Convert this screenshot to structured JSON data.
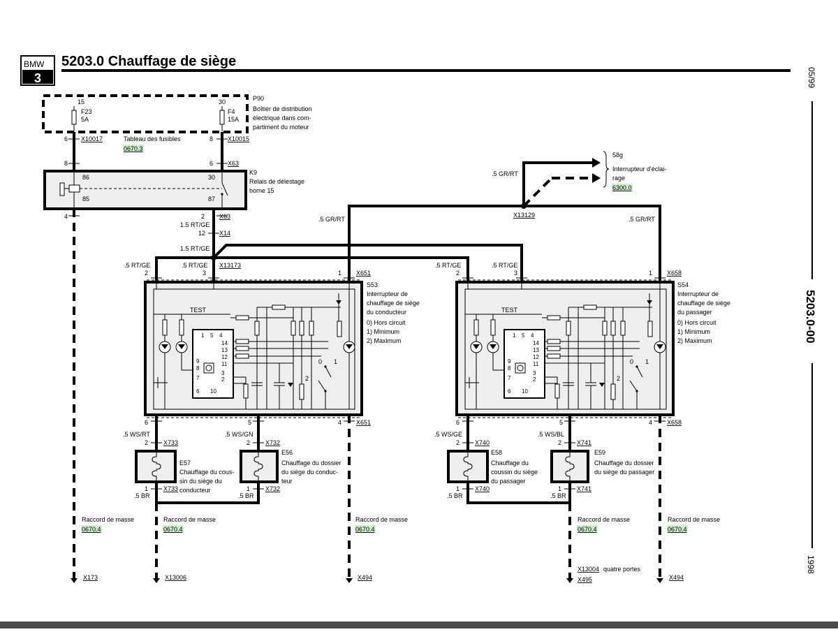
{
  "header": {
    "logo_brand": "BMW",
    "logo_series": "3",
    "title": "5203.0 Chauffage de siège",
    "side_date": "05/99",
    "side_code": "5203.0-00",
    "side_year": "1998"
  },
  "fusebox": {
    "id": "P90",
    "desc": [
      "Boîtier de distribution",
      "électrique dans com-",
      "partiment du moteur"
    ],
    "fuse1": {
      "top": "15",
      "name": "F23",
      "rating": "5A"
    },
    "fuse2": {
      "top": "30",
      "name": "F4",
      "rating": "15A"
    },
    "pin_left": "6",
    "conn_left": "X10017",
    "pin_right": "8",
    "conn_right": "X10015",
    "table_label": "Tableau des fusibles",
    "table_ref": "0670.3"
  },
  "relay": {
    "id": "K9",
    "desc": [
      "Relais de délestage",
      "borne 15"
    ],
    "pin_in_left": "8",
    "pin_in_right": "6",
    "conn_in": "X63",
    "p86": "86",
    "p85": "85",
    "p30": "30",
    "p87": "87",
    "pin_out_left": "4",
    "pin_out_right": "2",
    "conn_out": "X63"
  },
  "feed": {
    "wire1": "1.5 RT/GE",
    "pin12": "12",
    "conn": "X14",
    "wire2": "1.5 RT/GE",
    "splice": "X13173",
    "rtge_a": ".5 RT/GE",
    "rtge_b": ".5 RT/GE",
    "rtge_c": ".5 RT/GE",
    "rtge_d": ".5 RT/GE"
  },
  "light": {
    "id": "58g",
    "desc": [
      "Interrupteur d'éclai-",
      "rage"
    ],
    "ref": "6300.0",
    "wire": ".5 GR/RT",
    "splice": "X13129",
    "wire_left": ".5 GR/RT",
    "wire_right": ".5 GR/RT"
  },
  "switch_driver": {
    "id": "S53",
    "desc": [
      "Interrupteur de",
      "chauffage de siège",
      "du conducteur"
    ],
    "modes": [
      "0)   Hors circuit",
      "1)   Minimum",
      "2)   Maximum"
    ],
    "pin2": "2",
    "pin3": "3",
    "pin1": "1",
    "conn_top": "X651",
    "pin6": "6",
    "pin5": "5",
    "pin4": "4",
    "conn_bottom": "X651",
    "test": "TEST",
    "ic_pins": [
      "1",
      "5",
      "4",
      "14",
      "13",
      "12",
      "11",
      "9",
      "8",
      "7",
      "3",
      "2",
      "6",
      "10"
    ],
    "pos0": "0",
    "pos1": "1",
    "pos2": "2"
  },
  "switch_passenger": {
    "id": "S54",
    "desc": [
      "Interrupteur de",
      "chauffage de siège",
      "du passager"
    ],
    "modes": [
      "0)   Hors circuit",
      "1)   Minimum",
      "2)   Maximum"
    ],
    "pin2": "2",
    "pin3": "3",
    "pin1": "1",
    "conn_top": "X658",
    "pin6": "6",
    "pin5": "5",
    "pin4": "4",
    "conn_bottom": "X658",
    "test": "TEST",
    "ic_pins": [
      "1",
      "5",
      "4",
      "14",
      "13",
      "12",
      "11",
      "9",
      "8",
      "7",
      "3",
      "2",
      "6",
      "10"
    ],
    "pos0": "0",
    "pos1": "1",
    "pos2": "2"
  },
  "heaters": [
    {
      "id": "E57",
      "desc": [
        "Chauffage du cous-",
        "sin du siège du",
        "conducteur"
      ],
      "wire_in": ".5 WS/RT",
      "pin_in": "2",
      "conn_in": "X733",
      "pin_out": "1",
      "conn_out": "X733",
      "wire_out": ".5 BR"
    },
    {
      "id": "E56",
      "desc": [
        "Chauffage du dossier",
        "du siège du conduc-",
        "teur"
      ],
      "wire_in": ".5 WS/GN",
      "pin_in": "2",
      "conn_in": "X732",
      "pin_out": "1",
      "conn_out": "X732",
      "wire_out": ".5 BR"
    },
    {
      "id": "E58",
      "desc": [
        "Chauffage du",
        "coussin du siège",
        "du passager"
      ],
      "wire_in": ".5 WS/GE",
      "pin_in": "2",
      "conn_in": "X740",
      "pin_out": "1",
      "conn_out": "X740",
      "wire_out": ".5 BR"
    },
    {
      "id": "E59",
      "desc": [
        "Chauffage du dossier",
        "du siège du passager"
      ],
      "wire_in": ".5 WS/BL",
      "pin_in": "2",
      "conn_in": "X741",
      "pin_out": "1",
      "conn_out": "X741",
      "wire_out": ".5 BR"
    }
  ],
  "grounds": [
    {
      "label": "Raccord de masse",
      "ref": "0670.4",
      "conn": "X173"
    },
    {
      "label": "Raccord de masse",
      "ref": "0670.4",
      "conn": "X13006"
    },
    {
      "label": "Raccord de masse",
      "ref": "0670.4",
      "conn": "X494"
    },
    {
      "label": "Raccord de masse",
      "ref": "0670.4",
      "conn": "X13004",
      "note": "quatre portes",
      "conn2": "X495"
    },
    {
      "label": "Raccord de masse",
      "ref": "0670.4",
      "conn": "X494"
    }
  ],
  "colors": {
    "highlight": "#cfeecd",
    "line": "#000000",
    "module_fill": "#eeeeee"
  }
}
